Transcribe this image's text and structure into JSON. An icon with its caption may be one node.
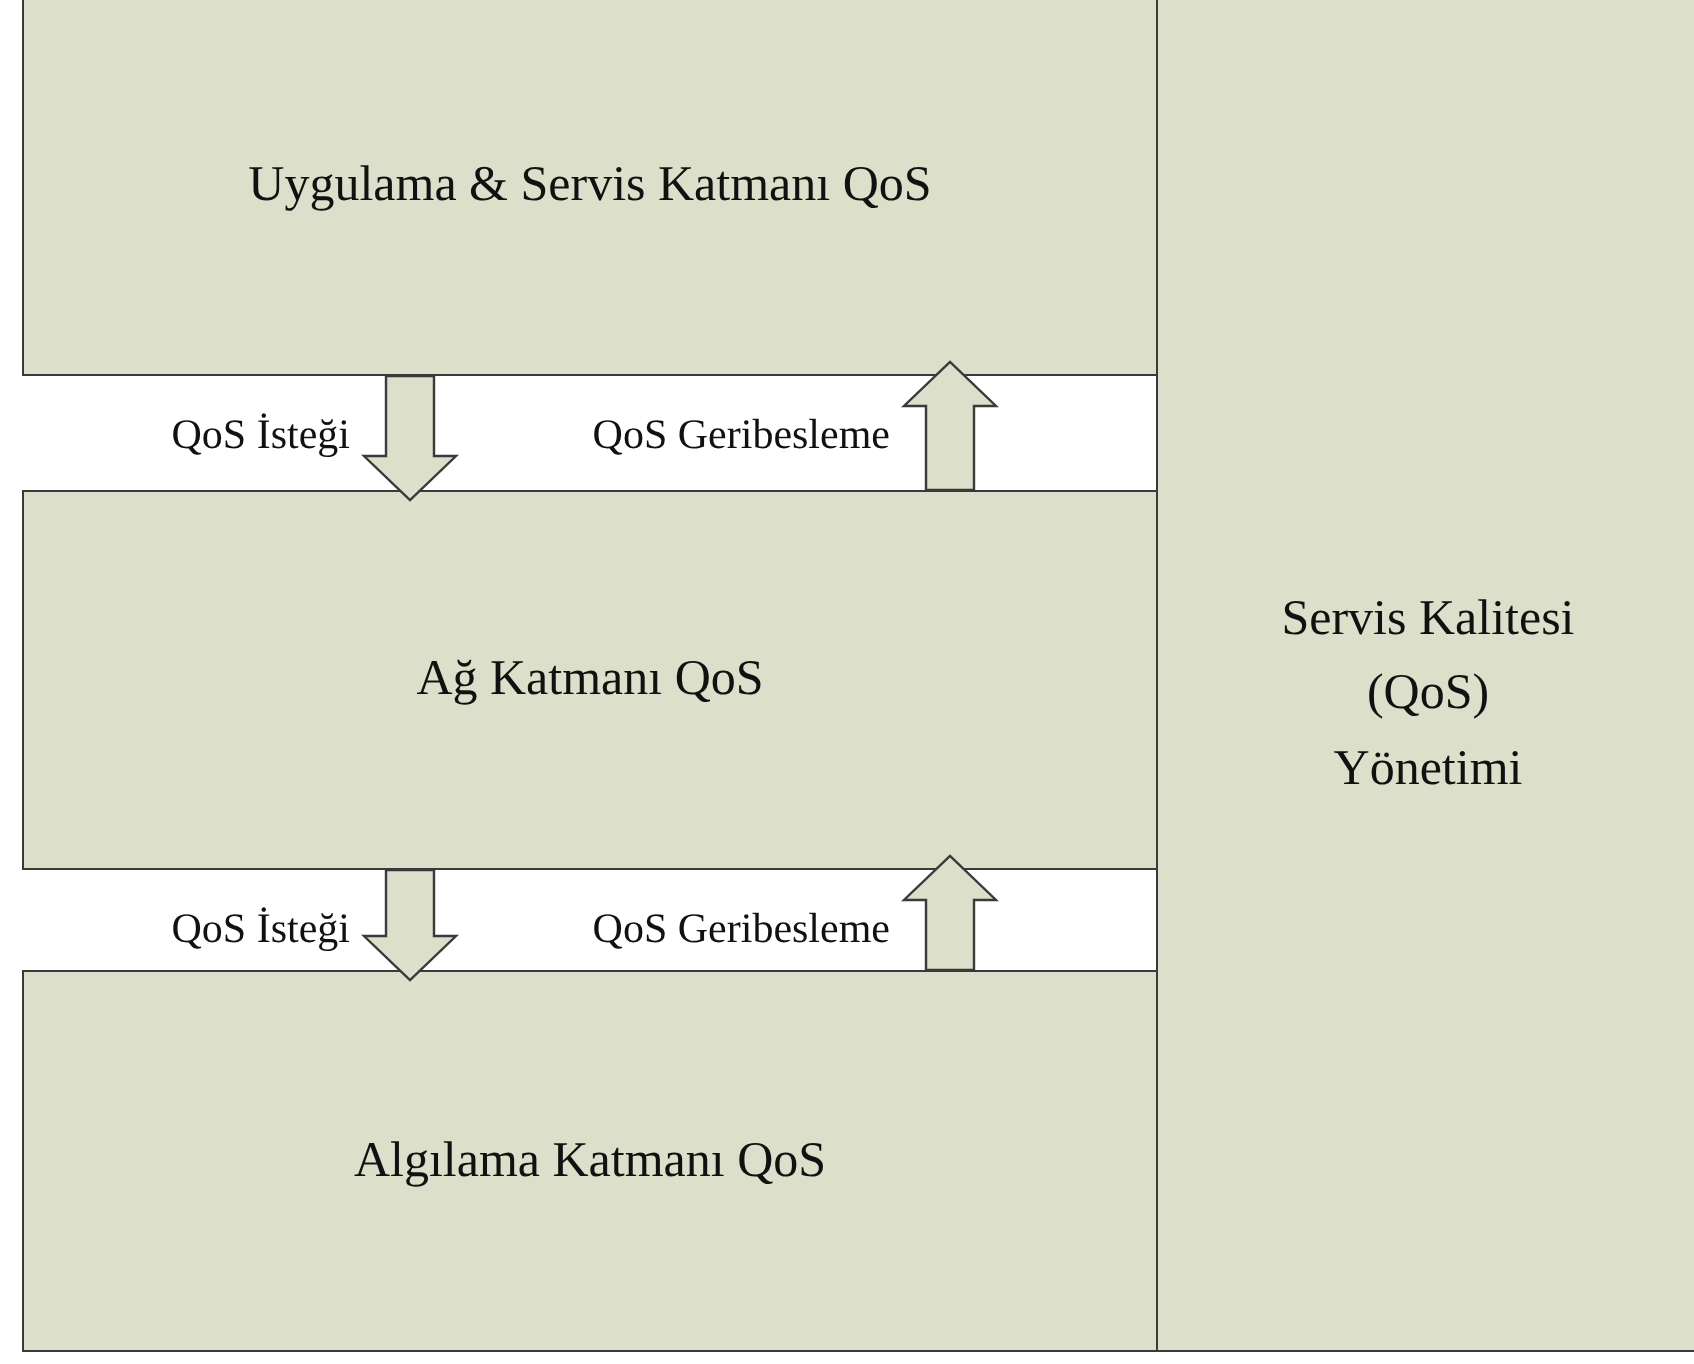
{
  "diagram": {
    "nodes": [
      {
        "text": [
          "Uygulama & Servis Katmanı QoS"
        ]
      },
      {
        "text": [
          "Ağ Katmanı QoS"
        ]
      },
      {
        "text": [
          "Algılama Katmanı QoS"
        ]
      },
      {
        "text": [
          "Servis Kalitesi (QoS) Yönetimi"
        ]
      }
    ],
    "edges": [
      {
        "from": 0,
        "to": 1,
        "arrow": "to",
        "label": "QoS İsteği"
      },
      {
        "from": 1,
        "to": 0,
        "arrow": "to",
        "label": "QoS Geribesleme"
      },
      {
        "from": 1,
        "to": 2,
        "arrow": "to",
        "label": "QoS İsteği"
      },
      {
        "from": 2,
        "to": 1,
        "arrow": "to",
        "label": "QoS Geribesleme"
      }
    ]
  }
}
